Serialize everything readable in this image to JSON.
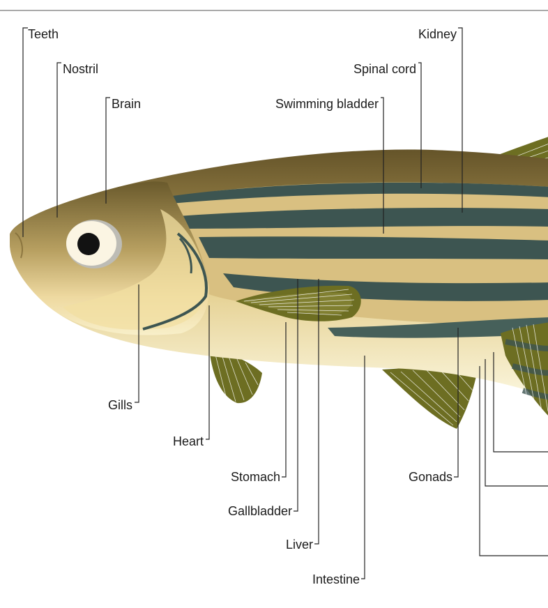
{
  "labels": {
    "teeth": "Teeth",
    "nostril": "Nostril",
    "brain": "Brain",
    "swimming_bladder": "Swimming bladder",
    "spinal_cord": "Spinal cord",
    "kidney": "Kidney",
    "gills": "Gills",
    "heart": "Heart",
    "stomach": "Stomach",
    "gallbladder": "Gallbladder",
    "liver": "Liver",
    "intestine": "Intestine",
    "gonads": "Gonads"
  },
  "colors": {
    "back_dark": "#6b5a2c",
    "stripe_dark": "#3d5551",
    "stripe_light": "#c8ae6e",
    "belly": "#f6eec8",
    "fin": "#6d6e22",
    "eye_white": "#fbf5e3",
    "pupil": "#121212",
    "line": "#222222"
  }
}
